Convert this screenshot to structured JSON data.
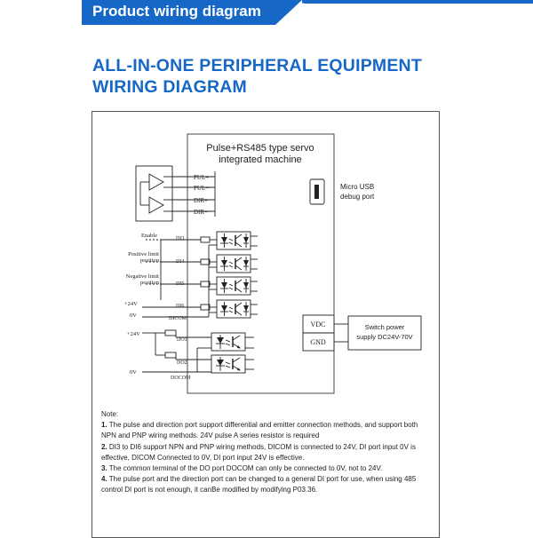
{
  "banner": {
    "title": "Product wiring diagram",
    "color": "#1667c6"
  },
  "heading": {
    "line1": "ALL-IN-ONE PERIPHERAL EQUIPMENT",
    "line2": "WIRING DIAGRAM",
    "color": "#1667c6"
  },
  "servo": {
    "title_line1": "Pulse+RS485 type servo",
    "title_line2": "integrated machine"
  },
  "usb": {
    "line1": "Micro USB",
    "line2": "debug port"
  },
  "pulse_terminals": [
    "PUL+",
    "PUL−",
    "DIR+",
    "DIR−"
  ],
  "inputs": {
    "enable": "Enable",
    "pos_limit_1": "Positive limit",
    "pos_limit_2": "position",
    "neg_limit_1": "Negative limit",
    "neg_limit_2": "position",
    "plus24": "+24V",
    "zero_v": "0V",
    "di3": "DI3",
    "di4": "DI4",
    "di5": "DI5",
    "di6": "DI6",
    "dicom": "DICOM"
  },
  "outputs": {
    "plus24": "+24V",
    "zero_v": "0V",
    "do1": "DO1",
    "do2": "DO2",
    "docom": "DOCOM"
  },
  "power": {
    "vdc": "VDC",
    "gnd": "GND",
    "label1": "Switch power",
    "label2": "supply DC24V-70V"
  },
  "notes": {
    "title": "Note:",
    "items": [
      {
        "num": "1.",
        "text": " The pulse and direction port support differential and emitter connection methods, and support both NPN and PNP wiring methods. 24V pulse A series resistor is required"
      },
      {
        "num": "2.",
        "text": " DI3 to DI6 support NPN and PNP wiring methods, DICOM is connected to 24V, DI port input 0V is effective, DICOM Connected to 0V, DI port input 24V is effective."
      },
      {
        "num": "3.",
        "text": " The common terminal of the DO port DOCOM can only be connected to 0V, not to 24V."
      },
      {
        "num": "4.",
        "text": " The pulse port and the direction port can be changed to a general DI port for use, when using 485 control DI port is not enough, it canBe modified by modifying P03.36."
      }
    ]
  }
}
